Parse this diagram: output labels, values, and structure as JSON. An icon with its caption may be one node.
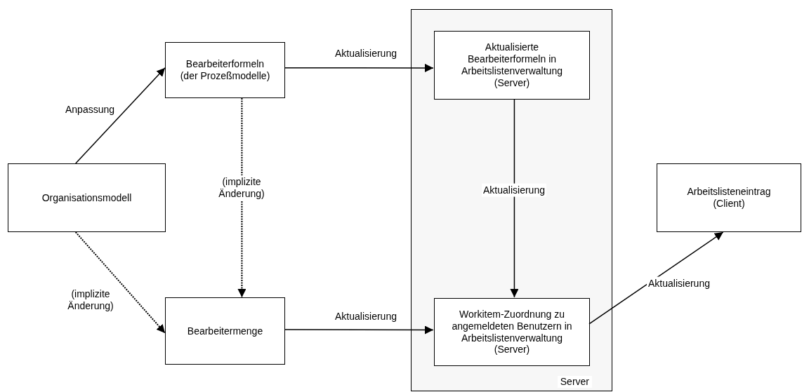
{
  "diagram": {
    "nodes": [
      {
        "text": [
          "Server"
        ]
      },
      {
        "text": [
          "Bearbeiterformeln (der Prozeßmodelle)"
        ]
      },
      {
        "text": [
          "Aktualisierte Bearbeiterformeln in Arbeitslistenverwaltung (Server)"
        ],
        "in": 0
      },
      {
        "text": [
          "Organisationsmodell"
        ]
      },
      {
        "text": [
          "Arbeitslisteneintrag (Client)"
        ]
      },
      {
        "text": [
          "Bearbeitermenge"
        ]
      },
      {
        "text": [
          "Workitem-Zuordnung zu angemeldeten Benutzern in Arbeitslistenverwaltung (Server)"
        ],
        "in": 0
      }
    ],
    "edges": [
      {
        "from": 3,
        "to": 1,
        "arrow": "to",
        "label": "Anpassung"
      },
      {
        "from": 1,
        "to": 2,
        "arrow": "to",
        "label": "Aktualisierung"
      },
      {
        "from": 1,
        "to": 5,
        "arrow": "to",
        "label": "(implizite Änderung)",
        "style": "dashed"
      },
      {
        "from": 3,
        "to": 5,
        "arrow": "to",
        "label": "(implizite Änderung)",
        "style": "dashed"
      },
      {
        "from": 2,
        "to": 6,
        "arrow": "to",
        "label": "Aktualisierung"
      },
      {
        "from": 5,
        "to": 6,
        "arrow": "to",
        "label": "Aktualisierung"
      },
      {
        "from": 6,
        "to": 4,
        "arrow": "to",
        "label": "Aktualisierung"
      }
    ]
  }
}
